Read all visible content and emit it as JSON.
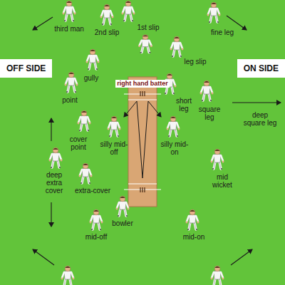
{
  "diagram": {
    "nodes": [
      {
        "text": [
          "OFF SIDE"
        ]
      },
      {
        "text": [
          "ON SIDE"
        ]
      }
    ],
    "labels": [
      "third man",
      "2nd slip",
      "1st slip",
      "fine leg",
      "leg slip",
      "gully",
      "right hand batter",
      "point",
      "short leg",
      "square leg",
      "deep square leg",
      "cover point",
      "silly mid-off",
      "silly mid-on",
      "mid wicket",
      "deep extra cover",
      "extra-cover",
      "bowler",
      "mid-off",
      "mid-on"
    ]
  }
}
